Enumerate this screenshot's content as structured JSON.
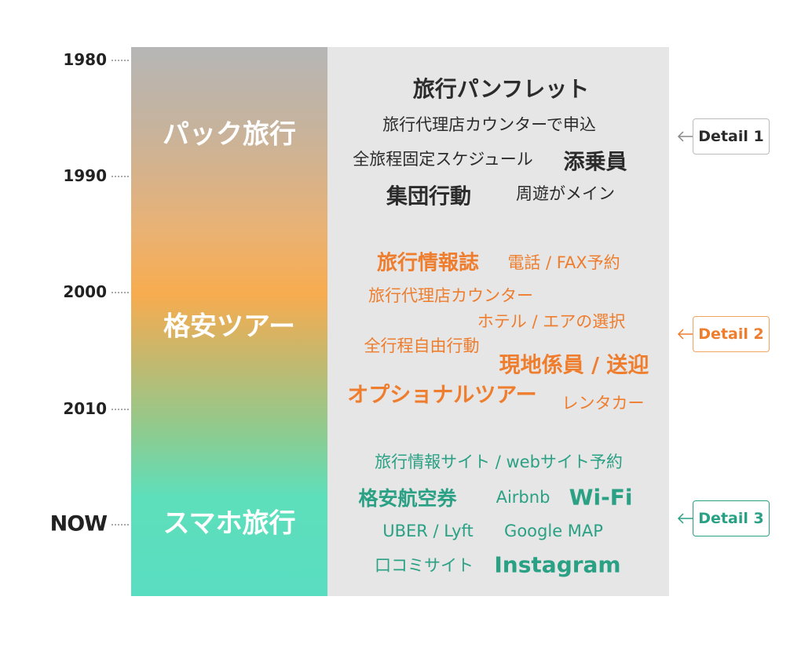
{
  "years": [
    "1980",
    "1990",
    "2000",
    "2010",
    "NOW"
  ],
  "eras": [
    "パック旅行",
    "格安ツアー",
    "スマホ旅行"
  ],
  "keywords_era1": [
    "旅行パンフレット",
    "旅行代理店カウンターで申込",
    "全旅程固定スケジュール",
    "添乗員",
    "集団行動",
    "周遊がメイン"
  ],
  "keywords_era2": [
    "旅行情報誌",
    "電話 / FAX予約",
    "旅行代理店カウンター",
    "ホテル / エアの選択",
    "全行程自由行動",
    "現地係員 / 送迎",
    "オプショナルツアー",
    "レンタカー"
  ],
  "keywords_era3": [
    "旅行情報サイト / webサイト予約",
    "格安航空券",
    "Airbnb",
    "Wi-Fi",
    "UBER / Lyft",
    "Google MAP",
    "口コミサイト",
    "Instagram"
  ],
  "details": [
    "Detail 1",
    "Detail 2",
    "Detail 3"
  ],
  "colors": {
    "era1": "#2b2b2b",
    "era2": "#ee7d2e",
    "era3": "#2aa184",
    "detail1_border": "#bbbbbb"
  }
}
